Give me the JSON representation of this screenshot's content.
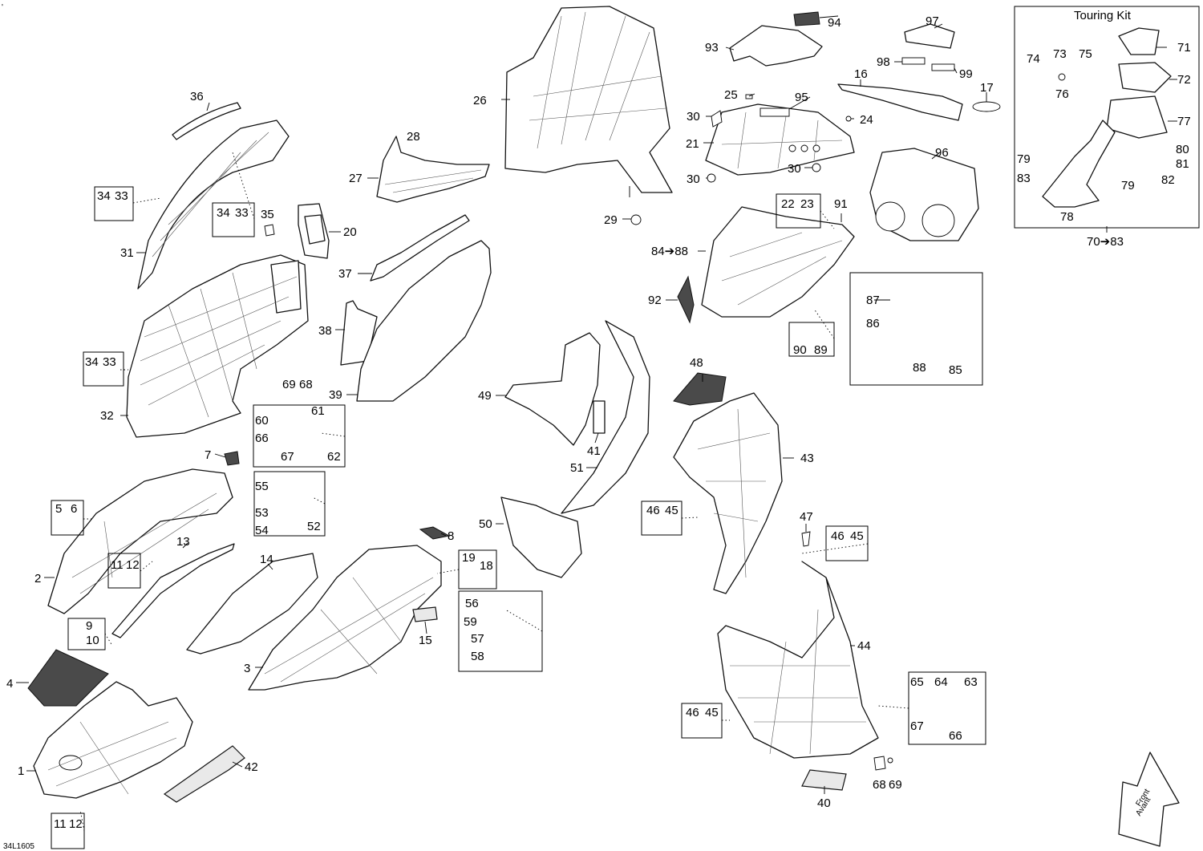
{
  "diagram": {
    "corner_mark": "'",
    "ref_code": "34L1605",
    "touring_kit_title": "Touring Kit",
    "touring_kit_range": "70➔83",
    "headlight_range": "84➔88",
    "front_badge_line1": "Front",
    "front_badge_line2": "Avant",
    "callouts": {
      "c1": "1",
      "c2": "2",
      "c3": "3",
      "c4": "4",
      "c5": "5",
      "c6": "6",
      "c7": "7",
      "c8": "8",
      "c9": "9",
      "c10": "10",
      "c11a": "11",
      "c12a": "12",
      "c11b": "11",
      "c12b": "12",
      "c13": "13",
      "c14": "14",
      "c15": "15",
      "c16": "16",
      "c17": "17",
      "c18": "18",
      "c19": "19",
      "c20": "20",
      "c21": "21",
      "c22": "22",
      "c23": "23",
      "c24": "24",
      "c25": "25",
      "c26": "26",
      "c27": "27",
      "c28": "28",
      "c29": "29",
      "c30a": "30",
      "c30b": "30",
      "c30c": "30",
      "c31": "31",
      "c32": "32",
      "c33a": "33",
      "c34a": "34",
      "c33b": "33",
      "c34b": "34",
      "c33c": "33",
      "c34c": "34",
      "c35": "35",
      "c36": "36",
      "c37": "37",
      "c38": "38",
      "c39": "39",
      "c40": "40",
      "c41": "41",
      "c42": "42",
      "c43": "43",
      "c44": "44",
      "c45a": "45",
      "c46a": "46",
      "c45b": "45",
      "c46b": "46",
      "c45c": "45",
      "c46c": "46",
      "c47": "47",
      "c48": "48",
      "c49": "49",
      "c50": "50",
      "c51": "51",
      "c52": "52",
      "c53": "53",
      "c54": "54",
      "c55": "55",
      "c56": "56",
      "c57": "57",
      "c58": "58",
      "c59": "59",
      "c60": "60",
      "c61": "61",
      "c62": "62",
      "c63": "63",
      "c64": "64",
      "c65": "65",
      "c66a": "66",
      "c66b": "66",
      "c67a": "67",
      "c67b": "67",
      "c68a": "68",
      "c69a": "69",
      "c68b": "68",
      "c69b": "69",
      "c71": "71",
      "c72": "72",
      "c73": "73",
      "c74": "74",
      "c75": "75",
      "c76": "76",
      "c77": "77",
      "c78": "78",
      "c79a": "79",
      "c79b": "79",
      "c80": "80",
      "c81": "81",
      "c82": "82",
      "c83": "83",
      "c85": "85",
      "c86": "86",
      "c87": "87",
      "c88": "88",
      "c89": "89",
      "c90": "90",
      "c91": "91",
      "c92": "92",
      "c93": "93",
      "c94": "94",
      "c95": "95",
      "c96": "96",
      "c97": "97",
      "c98": "98",
      "c99": "99"
    }
  }
}
